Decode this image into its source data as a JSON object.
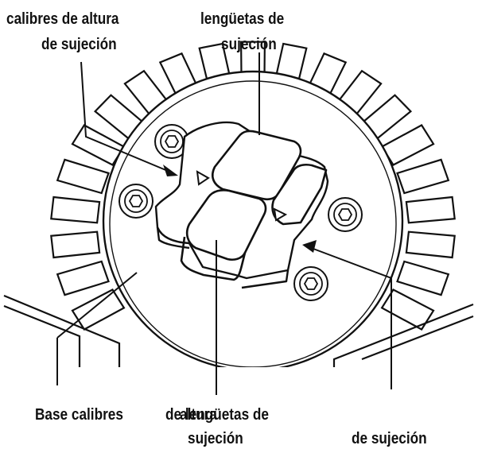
{
  "diagram": {
    "labels": {
      "height_gauges_l1": "calibres de altura",
      "height_gauges_l2": "de sujeción",
      "tabs_top_l1": "lengüetas de",
      "tabs_top_l2": "sujeción",
      "bottom_base_calibres": "Base calibres",
      "bottom_overlap_a": "de lengüetas de",
      "bottom_overlap_b": "altura",
      "bottom_mid_l2": "sujeción",
      "bottom_right": "de sujeción"
    },
    "colors": {
      "ink": "#111111",
      "paper": "#ffffff"
    }
  }
}
